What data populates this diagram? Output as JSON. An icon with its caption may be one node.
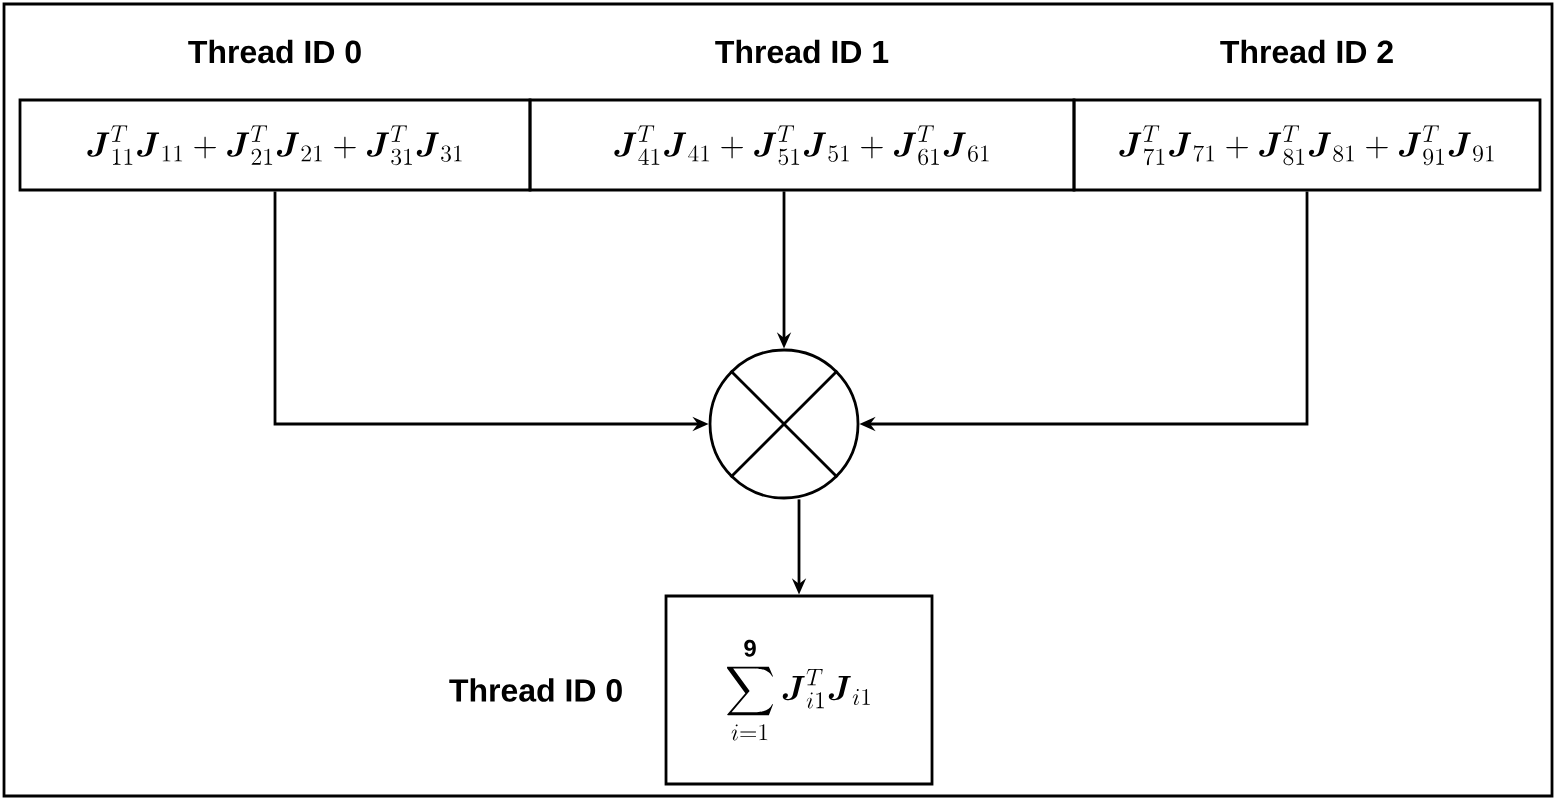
{
  "diagram": {
    "nodes": [
      {
        "text": [
          "\\boldsymbol{J}_{11}^{T}\\boldsymbol{J}_{11}+\\boldsymbol{J}_{21}^{T}\\boldsymbol{J}_{21}+\\boldsymbol{J}_{31}^{T}\\boldsymbol{J}_{31}"
        ],
        "beside": [
          "Thread ID 0"
        ]
      },
      {
        "text": [
          "\\boldsymbol{J}_{41}^{T}\\boldsymbol{J}_{41}+\\boldsymbol{J}_{51}^{T}\\boldsymbol{J}_{51}+\\boldsymbol{J}_{61}^{T}\\boldsymbol{J}_{61}"
        ],
        "beside": [
          "Thread ID 1"
        ]
      },
      {
        "text": [
          "\\boldsymbol{J}_{71}^{T}\\boldsymbol{J}_{71}+\\boldsymbol{J}_{81}^{T}\\boldsymbol{J}_{81}+\\boldsymbol{J}_{91}^{T}\\boldsymbol{J}_{91}"
        ],
        "beside": [
          "Thread ID 2"
        ]
      },
      {
        "text": [],
        "shape": "circle"
      },
      {
        "text": [
          "\\sum_{i=1}^{\\mathbf{9}}\\boldsymbol{J}_{i1}^{T}\\boldsymbol{J}_{i1}"
        ],
        "beside": [
          "Thread ID 0"
        ]
      }
    ],
    "edges": [
      {
        "from": 0,
        "to": 3,
        "arrow": "to"
      },
      {
        "from": 1,
        "to": 3,
        "arrow": "to"
      },
      {
        "from": 2,
        "to": 3,
        "arrow": "to"
      },
      {
        "from": 3,
        "to": 4,
        "arrow": "to"
      }
    ]
  }
}
